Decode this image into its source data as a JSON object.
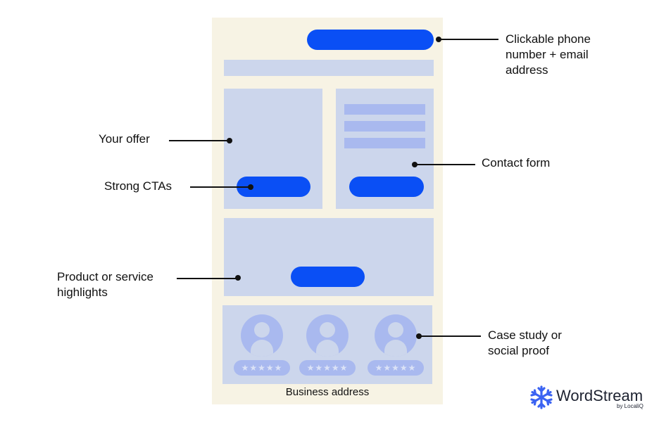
{
  "labels": {
    "phone": "Clickable phone\nnumber + email\naddress",
    "offer": "Your offer",
    "ctas": "Strong CTAs",
    "contact": "Contact form",
    "highlights": "Product or service\nhighlights",
    "proof": "Case study or\nsocial proof"
  },
  "footer": {
    "address": "Business address"
  },
  "testimonials": [
    {
      "rating": "★★★★★"
    },
    {
      "rating": "★★★★★"
    },
    {
      "rating": "★★★★★"
    }
  ],
  "logo": {
    "name": "WordStream",
    "byline": "by LocaliQ",
    "icon": "snowflake-icon"
  },
  "colors": {
    "page": "#f7f3e4",
    "block": "#ccd6ec",
    "cta": "#0a4ff5",
    "bar": "#a9b9ef"
  }
}
